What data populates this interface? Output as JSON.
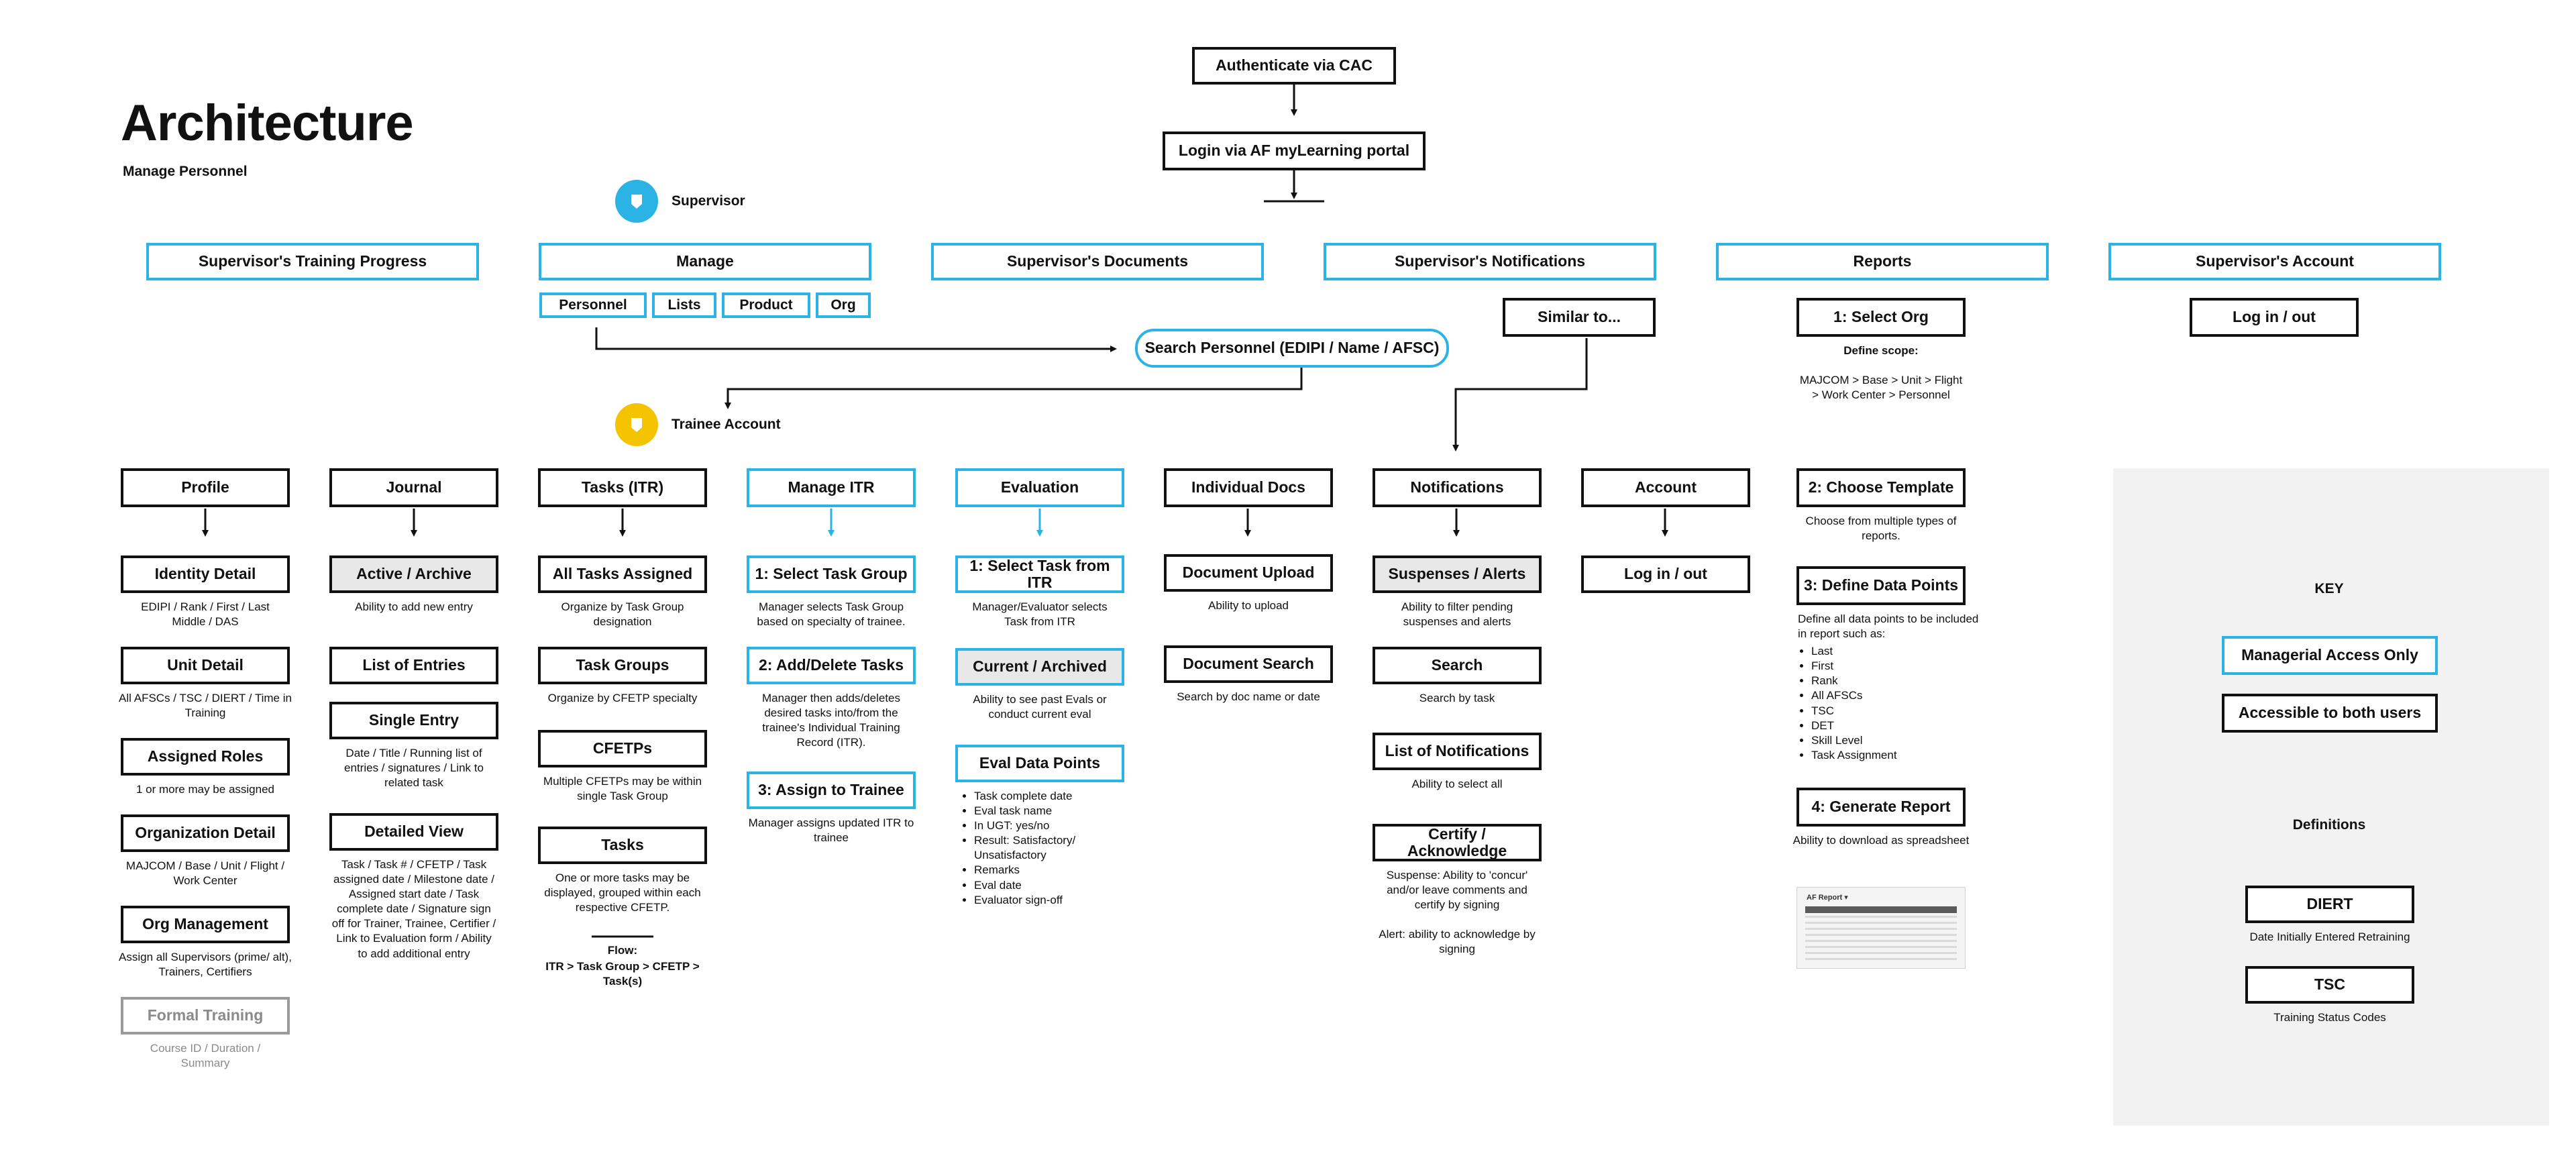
{
  "header": {
    "title": "Architecture",
    "subtitle": "Manage Personnel"
  },
  "auth": {
    "cac": "Authenticate via CAC",
    "login": "Login via AF myLearning portal"
  },
  "roles": {
    "supervisor": "Supervisor",
    "trainee": "Trainee Account",
    "supervisor_color": "#2bb3e6",
    "trainee_color": "#f5c400"
  },
  "supervisor_nav": {
    "training_progress": "Supervisor's Training Progress",
    "manage": "Manage",
    "documents": "Supervisor's Documents",
    "notifications": "Supervisor's Notifications",
    "reports": "Reports",
    "account": "Supervisor's Account"
  },
  "manage_tabs": [
    "Personnel",
    "Lists",
    "Product",
    "Org"
  ],
  "search_personnel": "Search Personnel  (EDIPI / Name / AFSC)",
  "similar_to": "Similar to...",
  "reports": {
    "select_org": "1: Select Org",
    "define_scope": "Define scope:",
    "scope_path": "MAJCOM > Base > Unit > Flight > Work Center > Personnel",
    "choose_template": "2: Choose Template",
    "choose_template_desc": "Choose from multiple types of reports.",
    "define_data_points": "3: Define Data Points",
    "define_data_points_desc": "Define all data points to be included in report such as:",
    "data_points": [
      "Last",
      "First",
      "Rank",
      "All AFSCs",
      "TSC",
      "DET",
      "Skill Level",
      "Task Assignment"
    ],
    "generate_report": "4: Generate Report",
    "generate_report_desc": "Ability to download as spreadsheet",
    "thumbnail_title": "AF Report ▾"
  },
  "supervisor_account": {
    "login_out": "Log in / out"
  },
  "trainee_columns": {
    "profile": "Profile",
    "journal": "Journal",
    "tasks": "Tasks (ITR)",
    "manage_itr": "Manage ITR",
    "evaluation": "Evaluation",
    "individual_docs": "Individual Docs",
    "notifications": "Notifications",
    "account": "Account"
  },
  "profile": {
    "identity": "Identity Detail",
    "identity_desc": "EDIPI / Rank / First / Last Middle / DAS",
    "unit": "Unit Detail",
    "unit_desc": "All AFSCs / TSC / DIERT / Time in Training",
    "roles": "Assigned Roles",
    "roles_desc": "1 or more may be assigned",
    "org_detail": "Organization Detail",
    "org_detail_desc": "MAJCOM / Base / Unit / Flight / Work Center",
    "org_mgmt": "Org Management",
    "org_mgmt_desc": "Assign all Supervisors (prime/ alt), Trainers, Certifiers",
    "formal": "Formal Training",
    "formal_desc": "Course ID / Duration / Summary"
  },
  "journal": {
    "active": "Active / Archive",
    "active_desc": "Ability to add new entry",
    "list": "List of Entries",
    "single": "Single Entry",
    "single_desc": "Date / Title / Running list of entries / signatures / Link to related task",
    "detailed": "Detailed View",
    "detailed_desc": "Task / Task # / CFETP / Task assigned date / Milestone date / Assigned start date / Task complete date / Signature sign off for Trainer, Trainee, Certifier / Link to Evaluation form / Ability to add additional entry"
  },
  "tasks": {
    "all": "All Tasks Assigned",
    "all_desc": "Organize by Task Group designation",
    "groups": "Task Groups",
    "groups_desc": "Organize by CFETP specialty",
    "cfetps": "CFETPs",
    "cfetps_desc": "Multiple CFETPs may be within single Task Group",
    "tasks": "Tasks",
    "tasks_desc": "One or more tasks may be displayed, grouped within each respective CFETP.",
    "flow_label": "Flow:",
    "flow": "ITR > Task Group > CFETP > Task(s)"
  },
  "manage_itr": {
    "select": "1: Select Task Group",
    "select_desc": "Manager selects Task Group based on specialty of trainee.",
    "add": "2: Add/Delete Tasks",
    "add_desc": "Manager then adds/deletes desired tasks into/from the trainee's Individual Training Record (ITR).",
    "assign": "3: Assign to Trainee",
    "assign_desc": "Manager assigns updated ITR to trainee"
  },
  "evaluation": {
    "select": "1: Select Task from ITR",
    "select_desc": "Manager/Evaluator selects Task from ITR",
    "current": "Current / Archived",
    "current_desc": "Ability to see past Evals or conduct current eval",
    "points": "Eval Data Points",
    "points_list": [
      "Task complete date",
      "Eval task name",
      "In UGT: yes/no",
      "Result: Satisfactory/ Unsatisfactory",
      "Remarks",
      "Eval date",
      "Evaluator sign-off"
    ]
  },
  "docs": {
    "upload": "Document Upload",
    "upload_desc": "Ability to upload",
    "search": "Document Search",
    "search_desc": "Search by doc name or date"
  },
  "notifications": {
    "suspenses": "Suspenses / Alerts",
    "suspenses_desc": "Ability to filter pending suspenses and alerts",
    "search": "Search",
    "search_desc": "Search by task",
    "list": "List of Notifications",
    "list_desc": "Ability to select all",
    "certify": "Certify / Acknowledge",
    "certify_desc1": "Suspense: Ability to 'concur' and/or leave comments and certify by signing",
    "certify_desc2": "Alert: ability to acknowledge by signing"
  },
  "account": {
    "login_out": "Log in / out"
  },
  "key": {
    "heading": "KEY",
    "managerial": "Managerial Access Only",
    "both": "Accessible to both users",
    "definitions": "Definitions",
    "diert": "DIERT",
    "diert_desc": "Date Initially Entered Retraining",
    "tsc": "TSC",
    "tsc_desc": "Training Status Codes"
  }
}
